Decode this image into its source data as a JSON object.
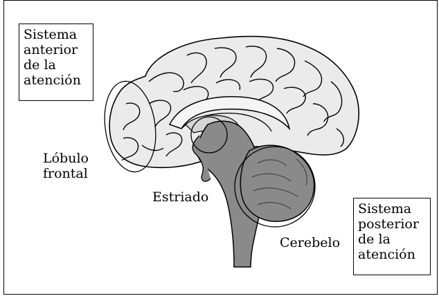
{
  "labels": {
    "anterior_system": "Sistema\nanterior\nde la\natención",
    "frontal_lobe": "Lóbulo\nfrontal",
    "striatum": "Estriado",
    "cerebellum": "Cerebelo",
    "posterior_system": "Sistema\nposterior\nde la\natención"
  },
  "colors": {
    "cortex_fill": "#ebebeb",
    "brainstem_fill": "#8a8a8a",
    "outline": "#000000"
  }
}
